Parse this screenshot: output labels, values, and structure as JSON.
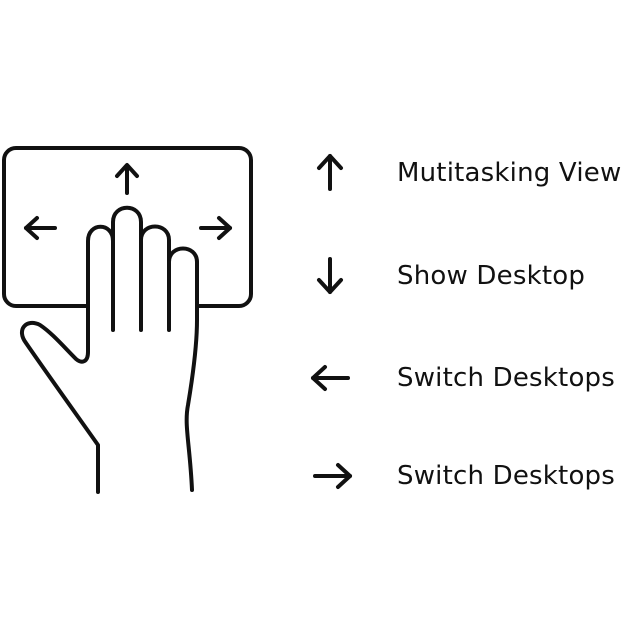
{
  "colors": {
    "ink": "#111111",
    "background": "#ffffff"
  },
  "gesture": {
    "hand_icon": "four-finger-hand-icon",
    "touchpad_icon": "touchpad-icon",
    "pad_arrows": [
      "arrow-up-icon",
      "arrow-left-icon",
      "arrow-right-icon"
    ]
  },
  "legend": [
    {
      "icon": "arrow-up-icon",
      "label": "Mutitasking View"
    },
    {
      "icon": "arrow-down-icon",
      "label": "Show Desktop"
    },
    {
      "icon": "arrow-left-icon",
      "label": "Switch Desktops"
    },
    {
      "icon": "arrow-right-icon",
      "label": "Switch Desktops"
    }
  ]
}
